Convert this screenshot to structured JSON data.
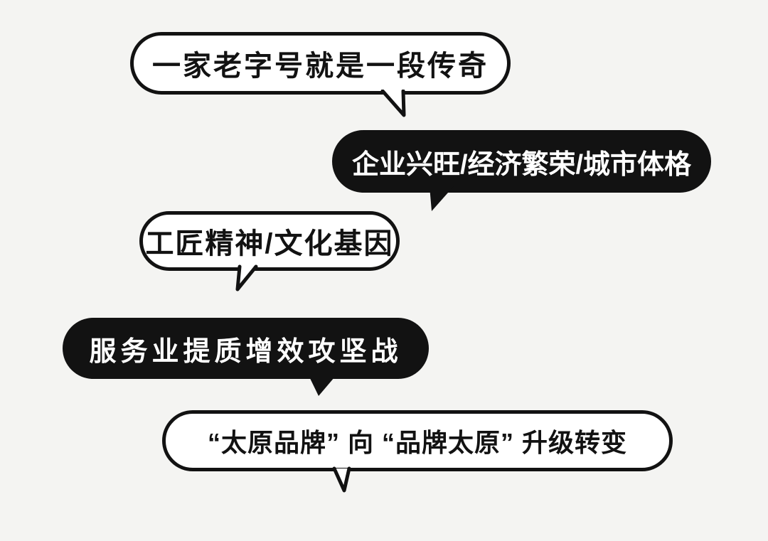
{
  "colors": {
    "background": "#f4f4f2",
    "ink": "#121212",
    "paper": "#ffffff"
  },
  "bubbles": [
    {
      "variant": "light",
      "tail": "down-right",
      "text": "一家老字号就是一段传奇"
    },
    {
      "variant": "dark",
      "tail": "down-left",
      "text": "企业兴旺/经济繁荣/城市体格"
    },
    {
      "variant": "light",
      "tail": "down-left",
      "text": "工匠精神/文化基因"
    },
    {
      "variant": "dark",
      "tail": "down-right",
      "text": "服务业提质增效攻坚战"
    },
    {
      "variant": "light",
      "tail": "down-right",
      "text": "“太原品牌” 向 “品牌太原” 升级转变"
    }
  ]
}
